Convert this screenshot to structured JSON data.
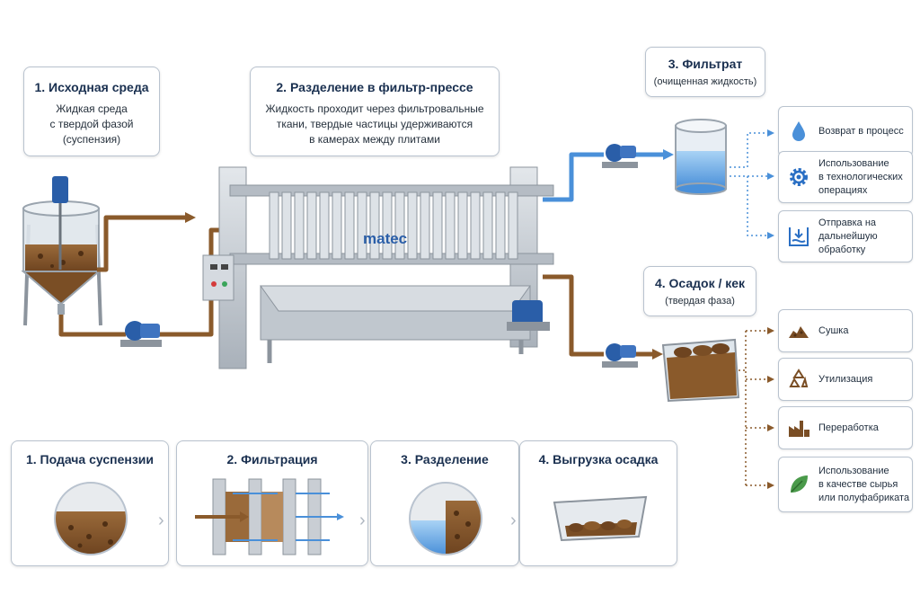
{
  "top_cards": {
    "source": {
      "title": "1. Исходная среда",
      "lines": [
        "Жидкая среда",
        "с твердой фазой",
        "(суспензия)"
      ]
    },
    "separation": {
      "title": "2. Разделение в фильтр-прессе",
      "lines": [
        "Жидкость проходит через фильтровальные",
        "ткани, твердые частицы удерживаются",
        "в камерах между плитами"
      ]
    },
    "filtrate": {
      "title": "3. Фильтрат",
      "subtitle": "(очищенная жидкость)"
    },
    "cake": {
      "title": "4. Осадок / кек",
      "subtitle": "(твердая фаза)"
    }
  },
  "machine": {
    "brand": "matec"
  },
  "filtrate_uses": [
    {
      "icon": "water-drop-icon",
      "lines": [
        "Возврат в процесс"
      ]
    },
    {
      "icon": "gear-icon",
      "lines": [
        "Использование",
        "в технологических",
        "операциях"
      ]
    },
    {
      "icon": "treatment-tank-icon",
      "lines": [
        "Отправка на",
        "дальнейшую",
        "обработку"
      ]
    }
  ],
  "cake_uses": [
    {
      "icon": "pile-icon",
      "lines": [
        "Сушка"
      ]
    },
    {
      "icon": "recycle-icon",
      "lines": [
        "Утилизация"
      ]
    },
    {
      "icon": "factory-icon",
      "lines": [
        "Переработка"
      ]
    },
    {
      "icon": "leaf-icon",
      "lines": [
        "Использование",
        "в качестве сырья",
        "или полуфабриката"
      ]
    }
  ],
  "stages": [
    {
      "title": "1. Подача суспензии"
    },
    {
      "title": "2. Фильтрация"
    },
    {
      "title": "3. Разделение"
    },
    {
      "title": "4. Выгрузка осадка"
    }
  ],
  "colors": {
    "slurry": "#8a5a2b",
    "filtrate": "#4a90d9",
    "pump": "#2a5ea8",
    "steel": "#c9ced4",
    "border": "#b9c3cf"
  }
}
